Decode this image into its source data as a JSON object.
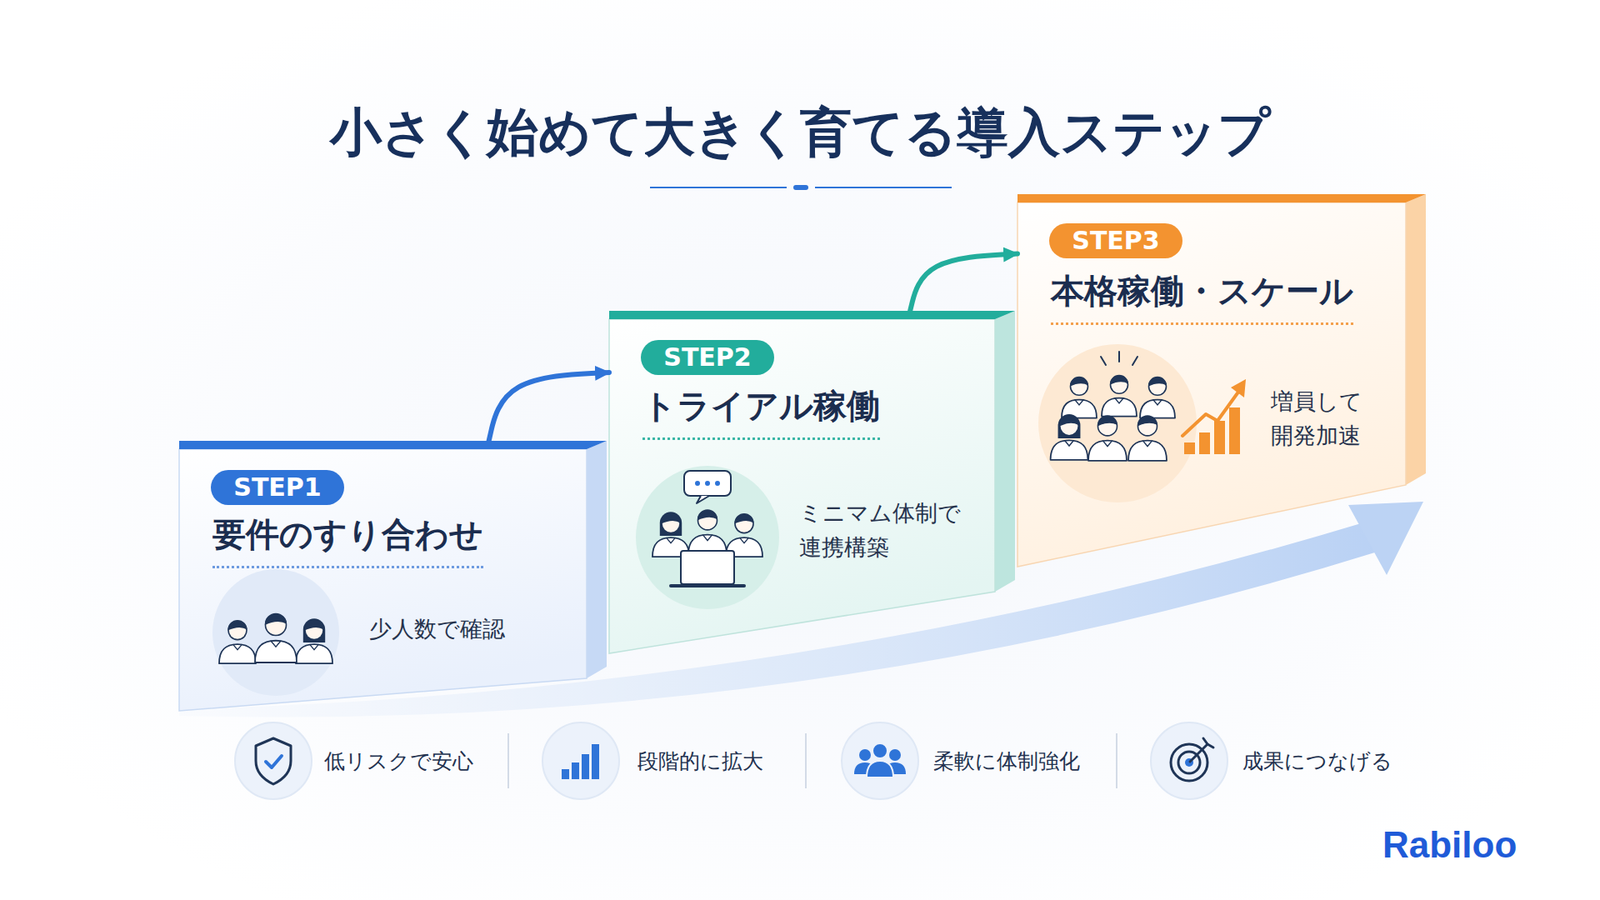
{
  "diagram": {
    "title": "小さく始めて大きく育てる導入ステップ",
    "nodes": [
      {
        "text": [
          "要件のすり合わせ",
          "少人数で確認"
        ]
      },
      {
        "text": [
          "STEP1"
        ],
        "in": 0
      },
      {
        "text": [
          "トライアル稼働",
          "ミニマム体制で 連携構築"
        ]
      },
      {
        "text": [
          "STEP2"
        ],
        "in": 2
      },
      {
        "text": [
          "本格稼働・スケール",
          "増員して 開発加速"
        ]
      },
      {
        "text": [
          "STEP3"
        ],
        "in": 4
      }
    ],
    "edges": [
      {
        "from": 0,
        "to": 2,
        "arrow": "to"
      },
      {
        "from": 2,
        "to": 4,
        "arrow": "to"
      }
    ],
    "labels": [
      "低リスクで安心",
      "段階的に拡大",
      "柔軟に体制強化",
      "成果につなげる",
      "Rabiloo"
    ]
  }
}
